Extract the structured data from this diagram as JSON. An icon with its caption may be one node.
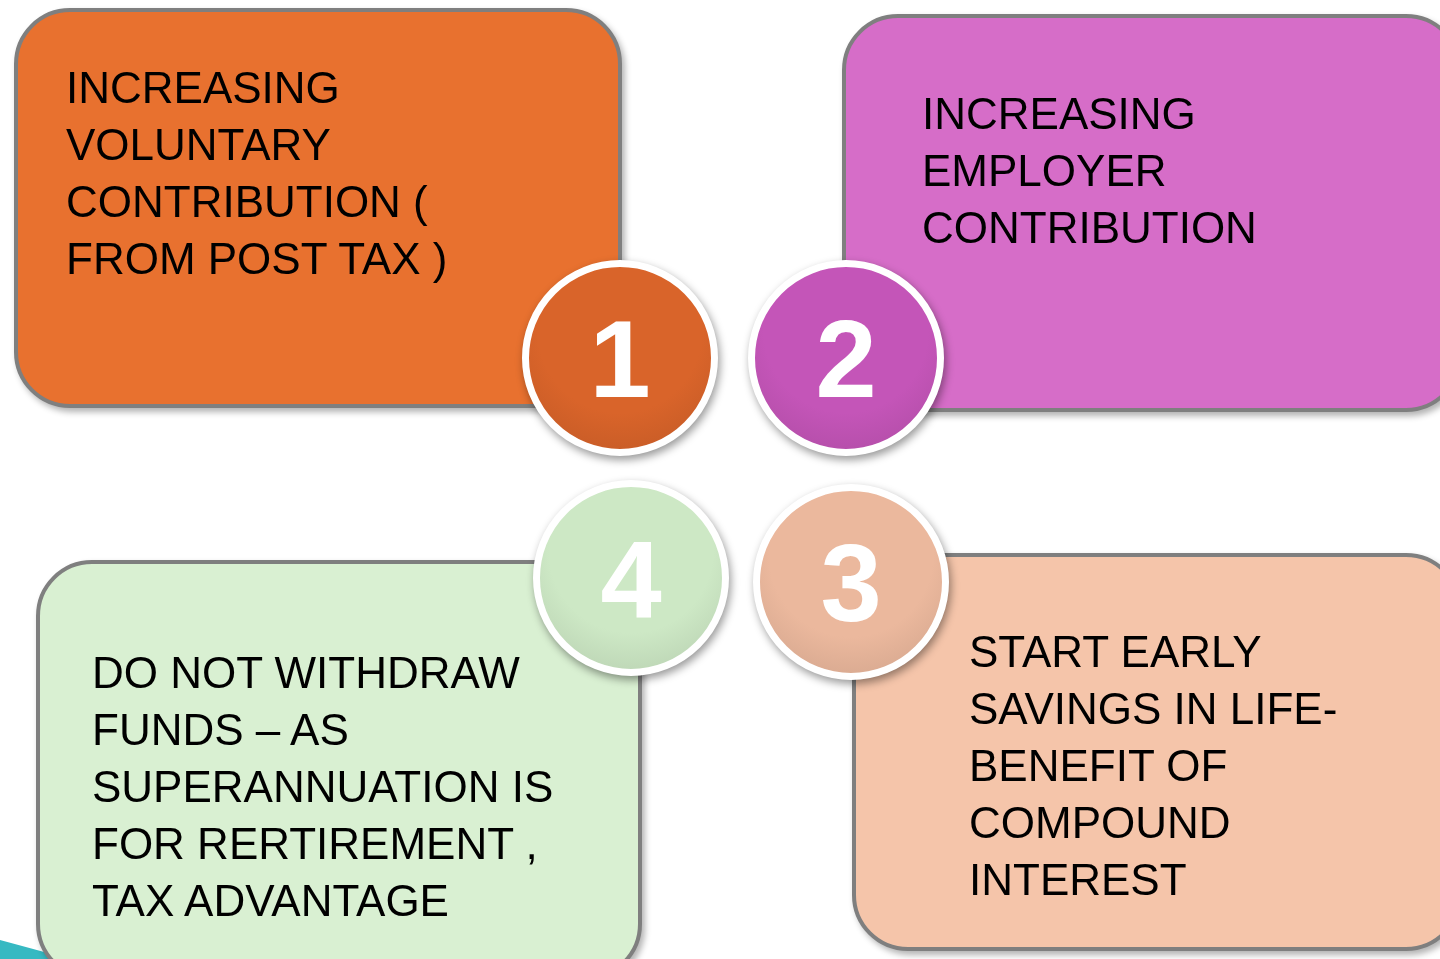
{
  "diagram": {
    "nodes": [
      {
        "text": [
          "INCREASING VOLUNTARY CONTRIBUTION ( FROM POST TAX )"
        ]
      },
      {
        "text": [
          "INCREASING EMPLOYER CONTRIBUTION"
        ]
      },
      {
        "text": [
          "1"
        ]
      },
      {
        "text": [
          "2"
        ]
      },
      {
        "text": [
          "4"
        ]
      },
      {
        "text": [
          "3"
        ]
      },
      {
        "text": [
          "DO NOT WITHDRAW FUNDS – AS SUPERANNUATION IS FOR RERTIREMENT , TAX ADVANTAGE"
        ]
      },
      {
        "text": [
          "START EARLY SAVINGS IN LIFE-BENEFIT OF COMPOUND INTEREST"
        ]
      }
    ]
  }
}
